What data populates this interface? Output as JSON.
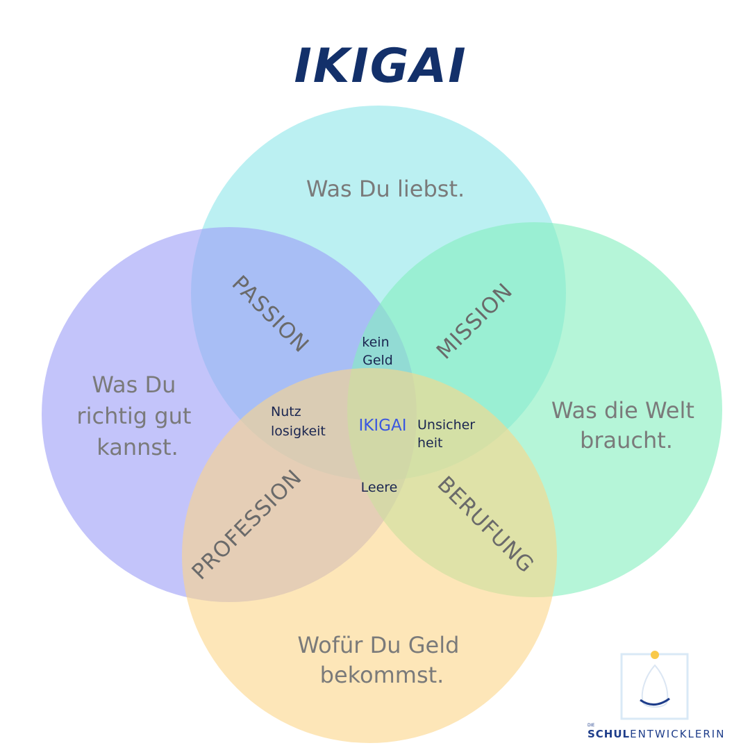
{
  "title": "IKIGAI",
  "circles": [
    {
      "key": "love",
      "label_lines": [
        "Was Du liebst."
      ],
      "color": "#8ee6ea"
    },
    {
      "key": "good",
      "label_lines": [
        "Was Du",
        "richtig gut",
        "kannst."
      ],
      "color": "#9b9cf6"
    },
    {
      "key": "world",
      "label_lines": [
        "Was die Welt",
        "braucht."
      ],
      "color": "#83efbe"
    },
    {
      "key": "paid",
      "label_lines": [
        "Wofür Du Geld",
        "bekommst."
      ],
      "color": "#fbd589"
    }
  ],
  "overlap_labels": {
    "passion": "PASSION",
    "mission": "MISSION",
    "profession": "PROFESSION",
    "berufung": "BERUFUNG"
  },
  "small_labels": {
    "kein_geld": [
      "kein",
      "Geld"
    ],
    "nutzlosigkeit": [
      "Nutz",
      "losigkeit"
    ],
    "unsicherheit": [
      "Unsicher",
      "heit"
    ],
    "leere": [
      "Leere"
    ]
  },
  "center": "IKIGAI",
  "brand": {
    "small": "DIE",
    "bold": "SCHUL",
    "light": "ENTWICKLERIN",
    "dot_color": "#f9c94a",
    "accent_color": "#1e3d8a"
  }
}
